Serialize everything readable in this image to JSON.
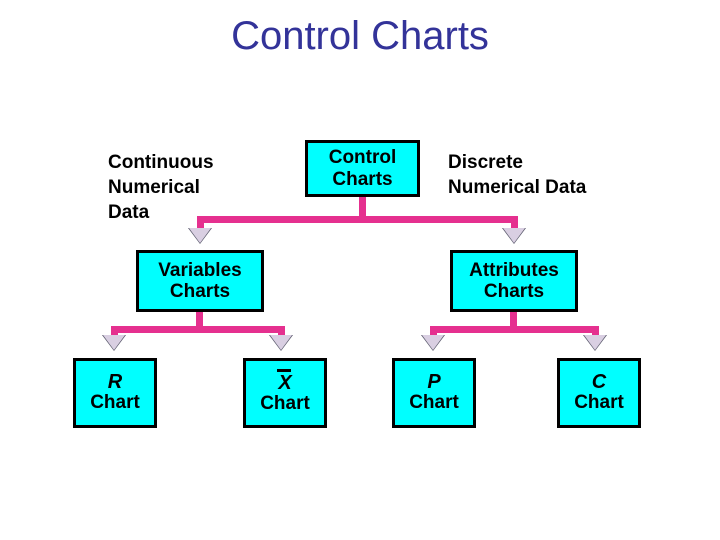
{
  "slide": {
    "title": "Control Charts",
    "title_color": "#333399",
    "background": "#ffffff"
  },
  "palette": {
    "node_fill": "#00FFFF",
    "node_border": "#000000",
    "connector": "#E5308F",
    "arrow_fill": "#D9CFE2",
    "arrow_outline": "#5a5a6e",
    "text": "#000000"
  },
  "labels": {
    "continuous": "Continuous\nNumerical\nData",
    "discrete": "Discrete\nNumerical Data"
  },
  "diagram": {
    "type": "tree",
    "root": {
      "name": "control-charts",
      "line1": "Control",
      "line2": "Charts"
    },
    "level2": [
      {
        "name": "variables-charts",
        "line1": "Variables",
        "line2": "Charts"
      },
      {
        "name": "attributes-charts",
        "line1": "Attributes",
        "line2": "Charts"
      }
    ],
    "level3": [
      {
        "name": "r-chart",
        "symbol": "R",
        "sub": "Chart"
      },
      {
        "name": "xbar-chart",
        "symbol": "X",
        "sub": "Chart",
        "overbar": true
      },
      {
        "name": "p-chart",
        "symbol": "P",
        "sub": "Chart"
      },
      {
        "name": "c-chart",
        "symbol": "C",
        "sub": "Chart"
      }
    ]
  }
}
